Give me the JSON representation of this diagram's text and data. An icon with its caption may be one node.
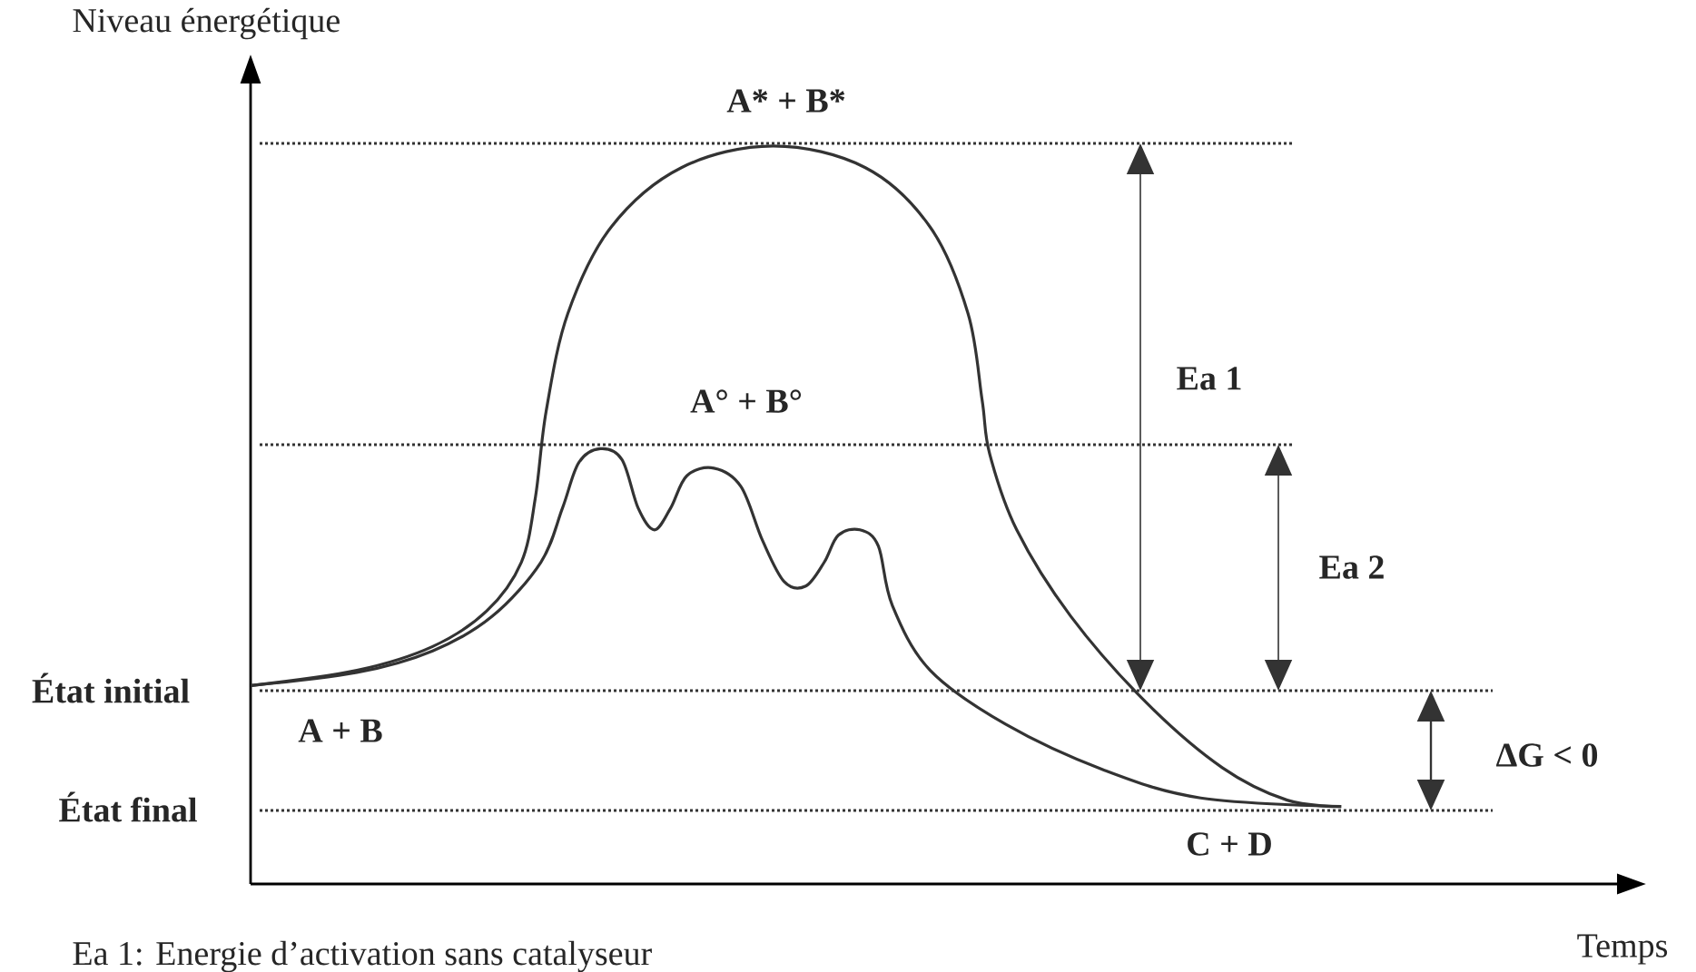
{
  "diagram": {
    "labels": [
      "Niveau énergétique",
      "A* + B*",
      "Ea 1",
      "A° + B°",
      "Ea 2",
      "État initial",
      "A + B",
      "ΔG < 0",
      "État final",
      "C + D",
      "Ea 1: Energie d’activation sans catalyseur",
      "Temps"
    ]
  }
}
